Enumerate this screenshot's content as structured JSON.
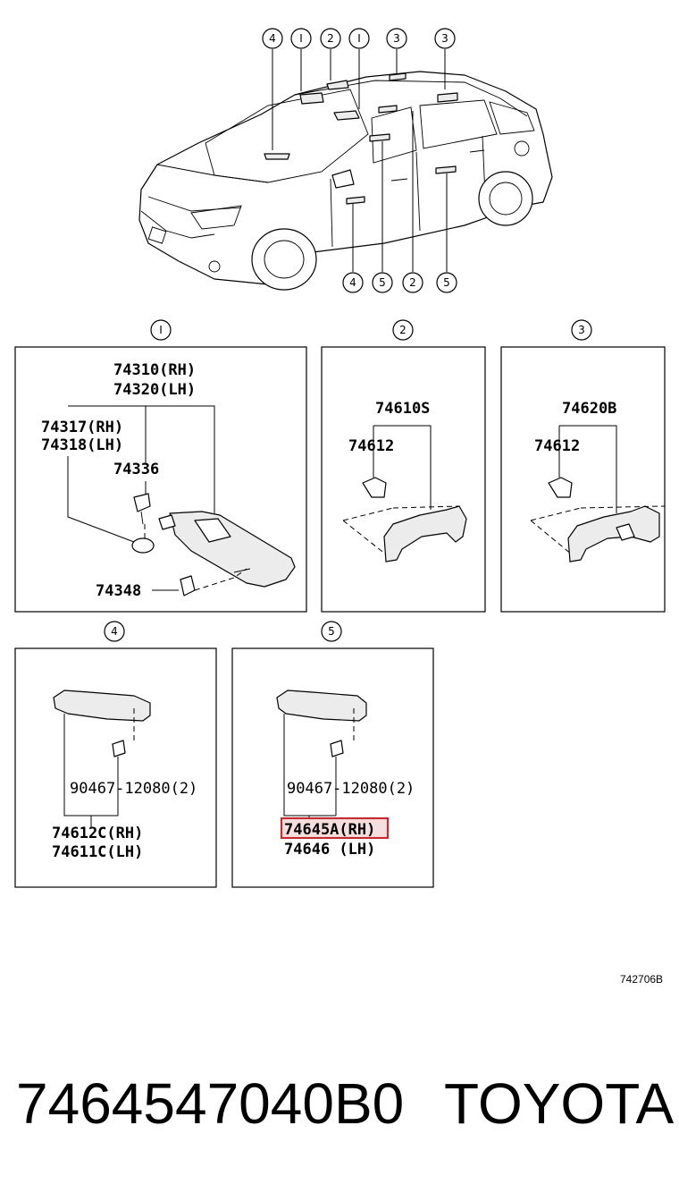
{
  "overview": {
    "callouts_top": [
      "4",
      "I",
      "2",
      "I",
      "3",
      "3"
    ],
    "callouts_bottom": [
      "4",
      "5",
      "2",
      "5"
    ]
  },
  "panel1": {
    "index": "I",
    "label_a1": "74310(RH)",
    "label_a2": "74320(LH)",
    "label_b1": "74317(RH)",
    "label_b2": "74318(LH)",
    "label_c": "74336",
    "label_d": "74348"
  },
  "panel2": {
    "index": "2",
    "label_a": "74610S",
    "label_b": "74612"
  },
  "panel3": {
    "index": "3",
    "label_a": "74620B",
    "label_b": "74612"
  },
  "panel4": {
    "index": "4",
    "label_screw": "90467-12080(2)",
    "label_a1": "74612C(RH)",
    "label_a2": "74611C(LH)"
  },
  "panel5": {
    "index": "5",
    "label_screw": "90467-12080(2)",
    "label_a1": "74645A(RH)",
    "label_a2": "74646  (LH)",
    "highlight_color": "#e02020"
  },
  "diagram_ref": "742706B",
  "footer": {
    "part_number": "7464547040B0",
    "brand": "TOYOTA"
  }
}
